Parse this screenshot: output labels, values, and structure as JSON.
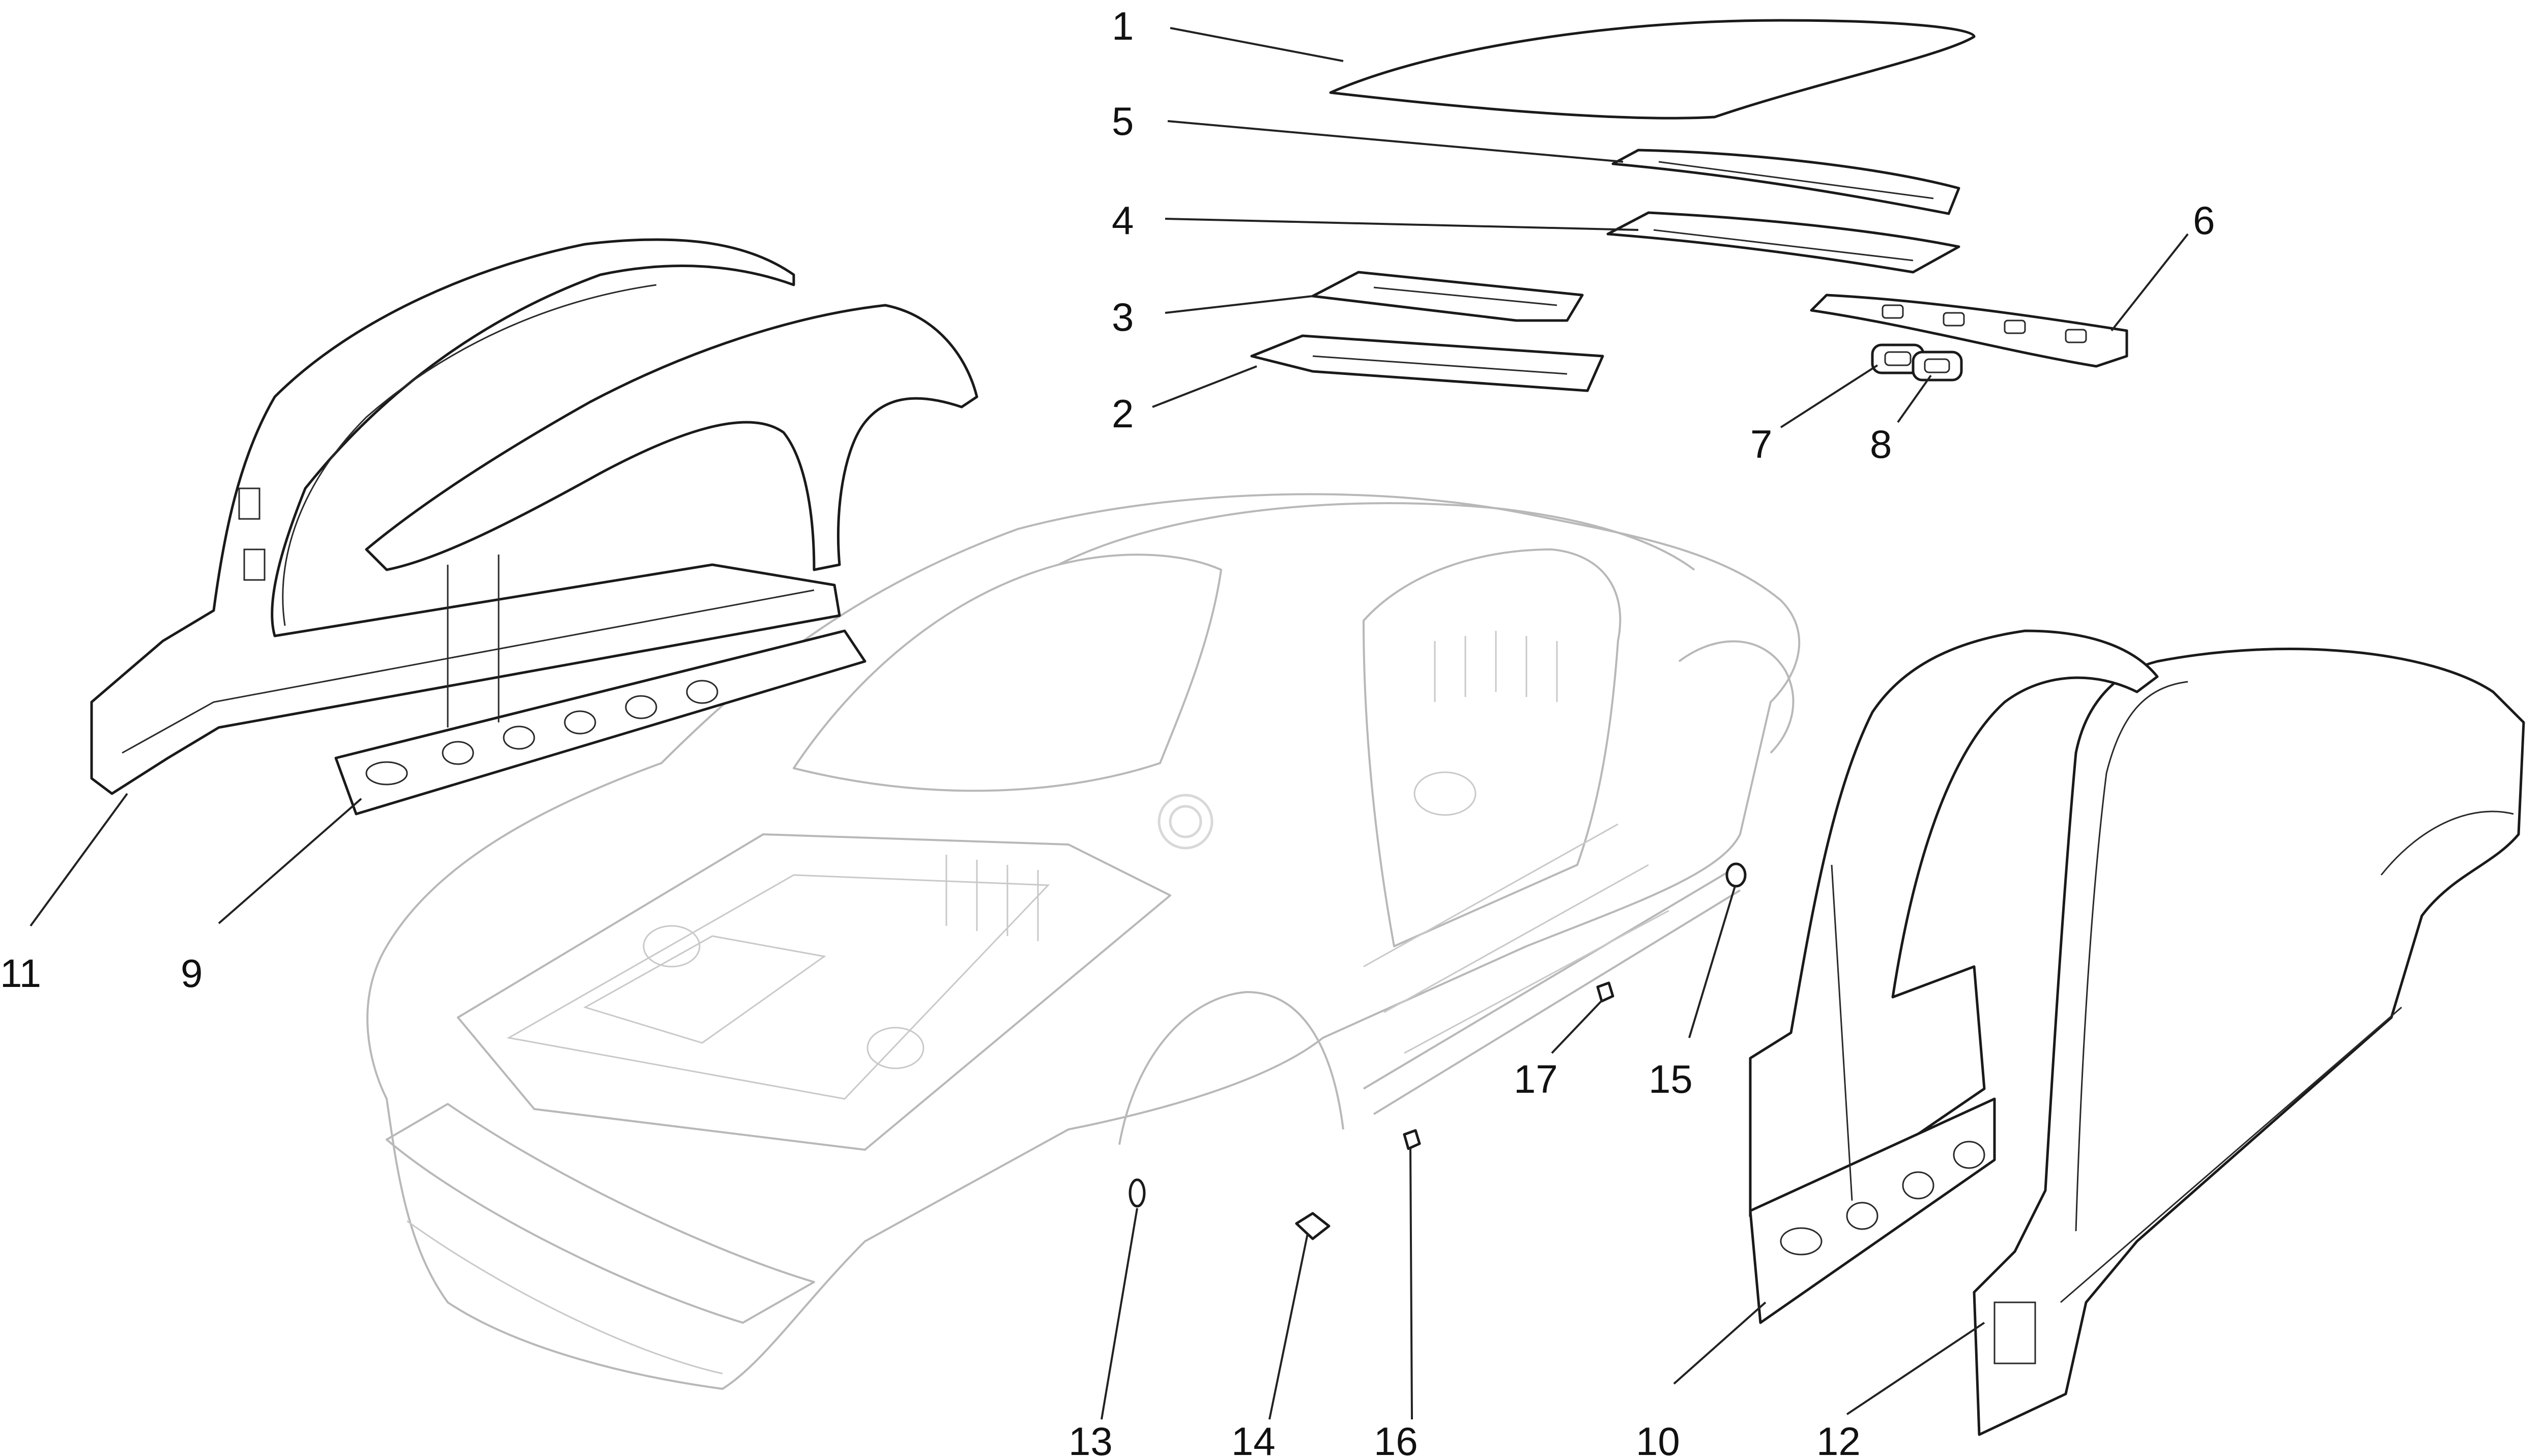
{
  "callouts": [
    {
      "id": "1",
      "label": "1"
    },
    {
      "id": "2",
      "label": "2"
    },
    {
      "id": "3",
      "label": "3"
    },
    {
      "id": "4",
      "label": "4"
    },
    {
      "id": "5",
      "label": "5"
    },
    {
      "id": "6",
      "label": "6"
    },
    {
      "id": "7",
      "label": "7"
    },
    {
      "id": "8",
      "label": "8"
    },
    {
      "id": "9",
      "label": "9"
    },
    {
      "id": "10",
      "label": "10"
    },
    {
      "id": "11",
      "label": "11"
    },
    {
      "id": "12",
      "label": "12"
    },
    {
      "id": "13",
      "label": "13"
    },
    {
      "id": "14",
      "label": "14"
    },
    {
      "id": "15",
      "label": "15"
    },
    {
      "id": "16",
      "label": "16"
    },
    {
      "id": "17",
      "label": "17"
    }
  ],
  "colors": {
    "line_dark": "#1a1a1a",
    "line_ghost": "#b8b8b8",
    "background": "#ffffff"
  }
}
